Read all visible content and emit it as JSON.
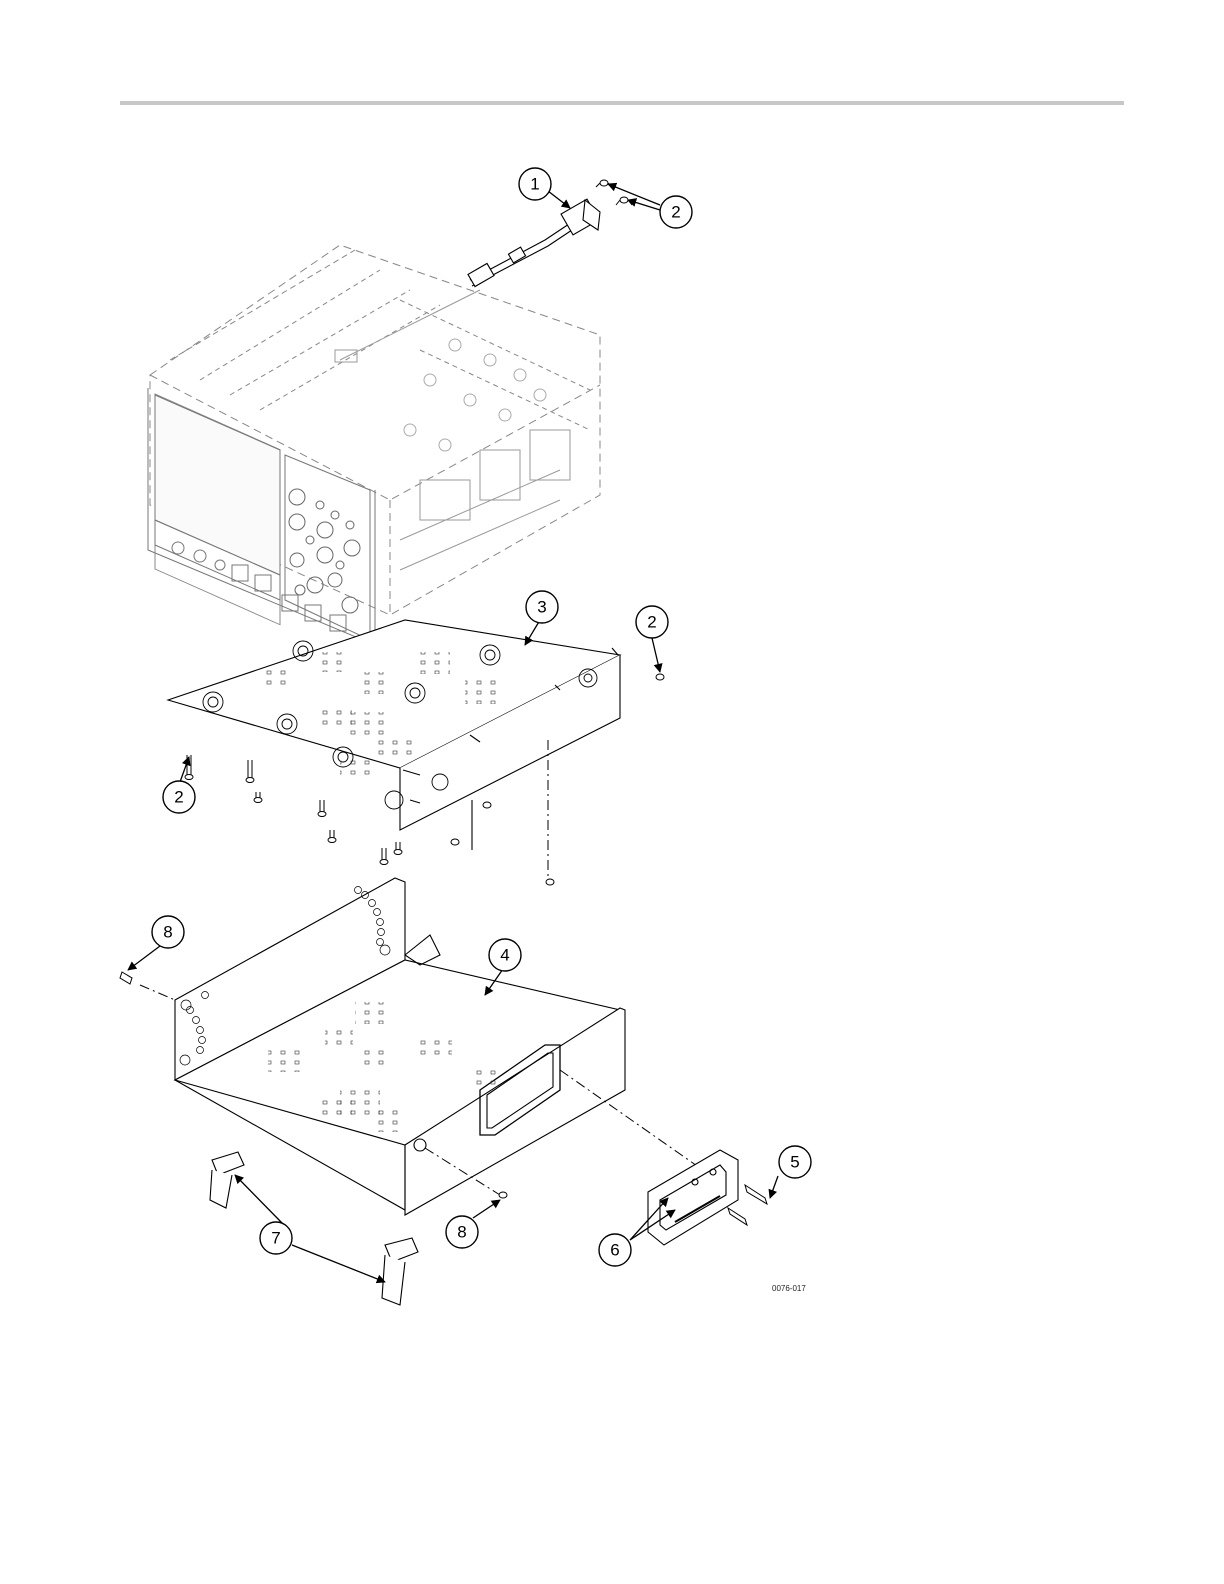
{
  "callouts": {
    "c1": "1",
    "c2a": "2",
    "c2b": "2",
    "c2c": "2",
    "c3": "3",
    "c4": "4",
    "c5": "5",
    "c6": "6",
    "c7": "7",
    "c8a": "8",
    "c8b": "8"
  },
  "figure_code": "0076-017"
}
